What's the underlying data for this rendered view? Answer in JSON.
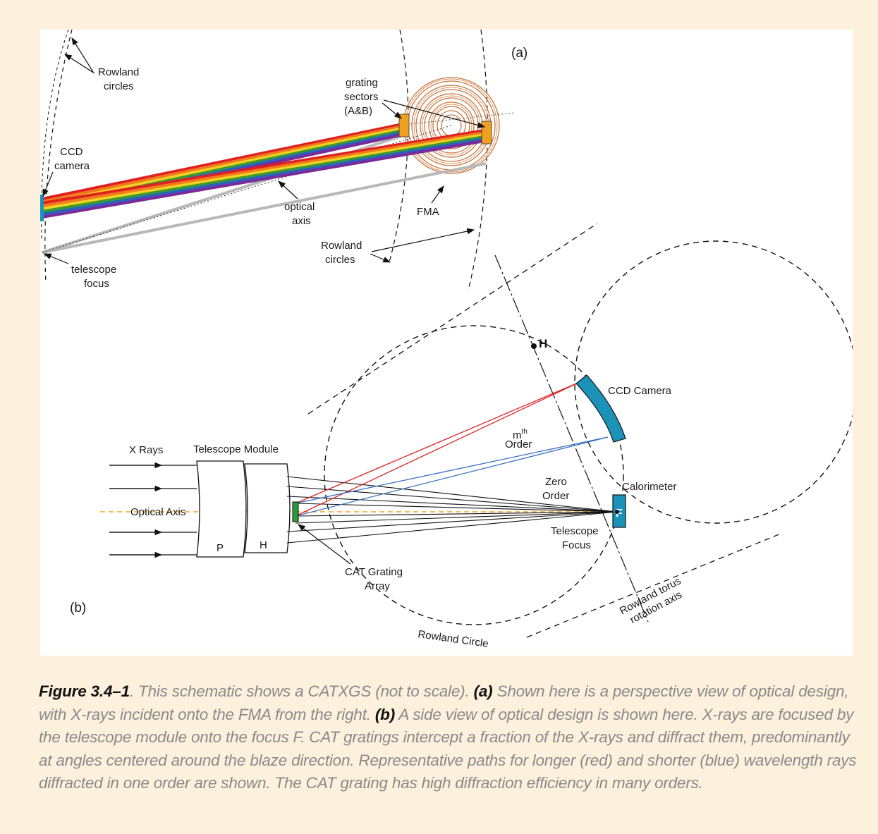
{
  "panel_a": {
    "label": "(a)",
    "rowland_circles_top": [
      "Rowland",
      "circles"
    ],
    "grating_sectors": [
      "grating",
      "sectors",
      "(A&B)"
    ],
    "ccd_camera": [
      "CCD",
      "camera"
    ],
    "optical_axis": [
      "optical",
      "axis"
    ],
    "fma": "FMA",
    "rowland_circles_bottom": [
      "Rowland",
      "circles"
    ],
    "telescope_focus": [
      "telescope",
      "focus"
    ]
  },
  "panel_b": {
    "label": "(b)",
    "h_point": "H",
    "ccd_camera": "CCD Camera",
    "m_order_base": "m",
    "m_order_sup": "th",
    "order": "Order",
    "zero_order": [
      "Zero",
      "Order"
    ],
    "calorimeter": "Calorimeter",
    "focus_f": "F",
    "x_rays": "X Rays",
    "telescope_module": "Telescope Module",
    "optical_axis": "Optical Axis",
    "p": "P",
    "h": "H",
    "telescope_focus": [
      "Telescope",
      "Focus"
    ],
    "cat_grating": [
      "CAT Grating",
      "Array"
    ],
    "rowland_circle": "Rowland Circle",
    "rowland_torus": [
      "Rowland torus",
      "rotation axis"
    ]
  },
  "caption": {
    "figure_label": "Figure 3.4–1",
    "intro": ". This schematic shows a CATXGS (not to scale). ",
    "a_label": "(a)",
    "a_text": " Shown here is a perspective view of optical design, with X-rays incident onto the FMA from the right. ",
    "b_label": "(b)",
    "b_text": " A side view of optical design is shown here. X-rays are focused by the telescope module onto the focus F. CAT gratings intercept a fraction of the X-rays and diffract them, predominantly at angles centered around the blaze direction. Representative paths for longer (red) and shorter (blue) wavelength rays diffracted in one order are shown. The CAT grating has high diffraction efficiency in many orders."
  },
  "colors": {
    "background": "#fdf0dc",
    "panel": "#ffffff",
    "ccd_teal": "#1b93b8",
    "grating_orange": "#f0a020",
    "fma_copper": "#c8743a",
    "red_ray": "#e02020",
    "blue_ray": "#3a6fc0",
    "axis_dash": "#f5a623"
  }
}
